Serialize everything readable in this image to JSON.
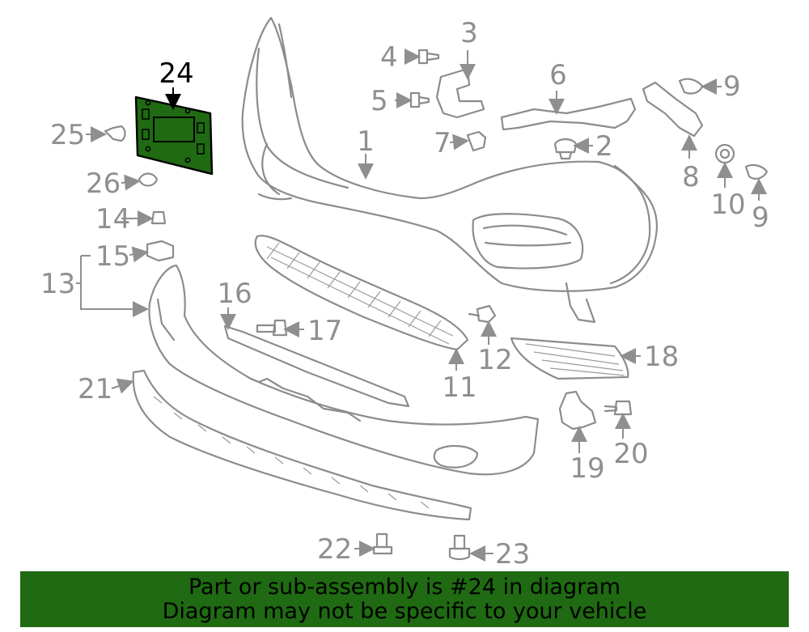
{
  "callouts": [
    "1",
    "2",
    "3",
    "4",
    "5",
    "6",
    "7",
    "8",
    "9",
    "10",
    "11",
    "12",
    "13",
    "14",
    "15",
    "16",
    "17",
    "18",
    "19",
    "20",
    "21",
    "22",
    "23",
    "24",
    "25",
    "26"
  ],
  "highlight": {
    "part": "24",
    "color": "#1f6a12"
  },
  "banner": {
    "line1": "Part or sub-assembly is #24 in diagram",
    "line2": "Diagram may not be specific to your vehicle",
    "background": "#1f6a12"
  }
}
